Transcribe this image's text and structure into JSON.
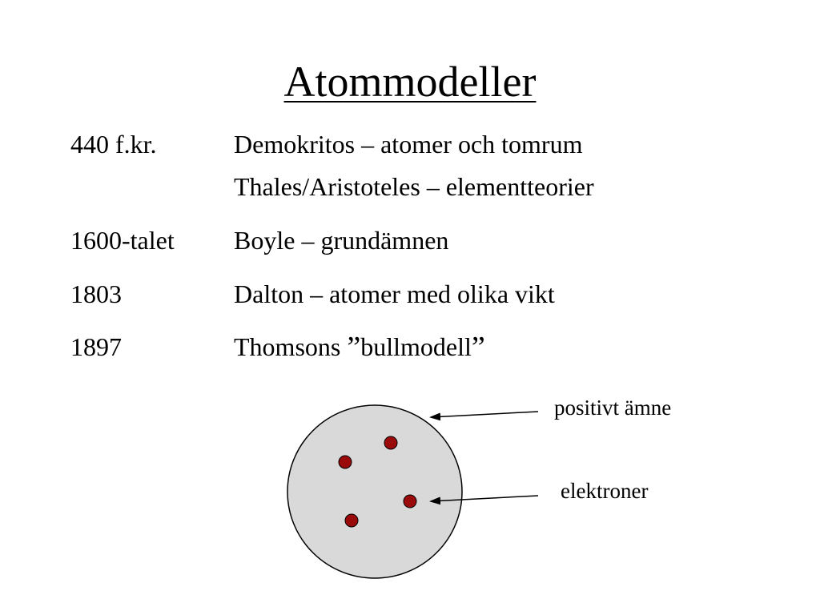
{
  "slide": {
    "title": "Atommodeller"
  },
  "timeline": [
    {
      "date": "440 f.kr.",
      "description": "Demokritos – atomer och tomrum"
    },
    {
      "date": "",
      "description": "Thales/Aristoteles – elementteorier"
    },
    {
      "date": "1600-talet",
      "description": "Boyle – grundämnen"
    },
    {
      "date": "1803",
      "description": "Dalton – atomer med olika vikt"
    },
    {
      "date": "1897",
      "description_prefix": "Thomsons ",
      "description_quoted": "bullmodell"
    }
  ],
  "diagram": {
    "labels": {
      "positive": "positivt ämne",
      "electrons": "elektroner"
    },
    "colors": {
      "sphere_fill": "#d9d9d9",
      "electron_fill": "#9b0a0a"
    },
    "electron_count": 4
  }
}
